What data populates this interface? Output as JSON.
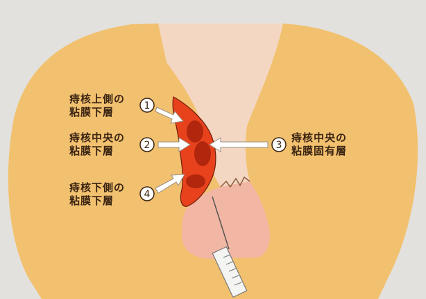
{
  "labels": [
    {
      "num": "1",
      "line1": "痔核上側の",
      "line2": "粘膜下層"
    },
    {
      "num": "2",
      "line1": "痔核中央の",
      "line2": "粘膜下層"
    },
    {
      "num": "3",
      "line1": "痔核中央の",
      "line2": "粘膜固有層"
    },
    {
      "num": "4",
      "line1": "痔核下側の",
      "line2": "粘膜下層"
    }
  ],
  "colors": {
    "background": "#e3e1de",
    "tissue": "#f2c16f",
    "canal_upper": "#f4d7c3",
    "canal_lower": "#f2b6a4",
    "hemorrhoid": "#e8421d",
    "hemorrhoid_dark": "#b1260d",
    "label_text": "#3a2412"
  },
  "icons": {
    "arrow": "white-arrow-icon",
    "syringe": "syringe-icon"
  }
}
